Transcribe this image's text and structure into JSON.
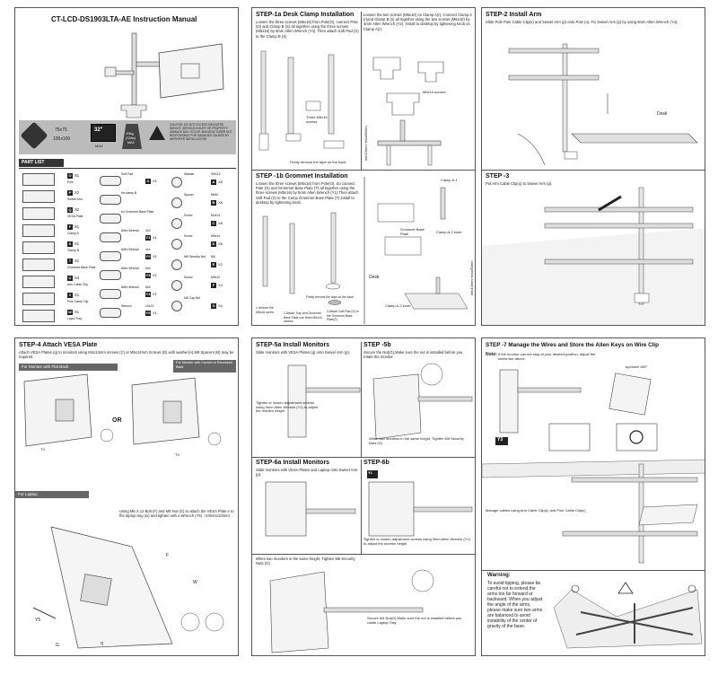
{
  "p1": {
    "title": "CT-LCD-DS1903LTA-AE  Instruction Manual",
    "spec_vesa": "75x75",
    "spec_vesa2": "100x100",
    "spec_size": "32\"",
    "spec_size2": "MAX",
    "spec_weight": "10kg",
    "spec_weight2": "(22lbs)",
    "spec_weight3": "MAX",
    "caution": "CAUTION: DO NOT EXCEED INDICATED WEIGHT. SERIOUS INJURY OR PROPERTY DAMAGE MAY OCCUR. MANUFACTURER NOT RESPONSIBLE FOR DAMAGES CAUSED BY IMPROPER INSTALLATION!",
    "partlist_label": "PART LIST",
    "parts_left": [
      {
        "code": "O",
        "qty": "X1",
        "name": "Pole"
      },
      {
        "code": "P",
        "qty": "X2",
        "name": "Swivel Arm"
      },
      {
        "code": "Q",
        "qty": "X2",
        "name": "VESA Plate"
      },
      {
        "code": "F",
        "qty": "X1",
        "name": "Clamp A"
      },
      {
        "code": "S",
        "qty": "X1",
        "name": "Clamp B"
      },
      {
        "code": "T",
        "qty": "X1",
        "name": "Grommet Base Plate"
      },
      {
        "code": "U",
        "qty": "X4",
        "name": "Arm Cable Clip"
      },
      {
        "code": "V",
        "qty": "X1",
        "name": "Pole Cable Clip"
      },
      {
        "code": "W",
        "qty": "X1",
        "name": "Lapto Tray"
      }
    ],
    "parts_mid": [
      {
        "name": "Soft Pad",
        "code": "X",
        "qty": "X1"
      },
      {
        "name": "for clamp B",
        "code": "",
        "qty": ""
      },
      {
        "name": "for Grommet Base Plate",
        "code": "",
        "qty": ""
      },
      {
        "name": "Allen Wrench",
        "size": "3x3",
        "code": "Y1",
        "qty": "X1"
      },
      {
        "name": "Allen Wrench",
        "size": "4x4",
        "code": "Y2",
        "qty": "X1"
      },
      {
        "name": "Allen Wrench",
        "size": "5x5",
        "code": "Y3",
        "qty": "X1"
      },
      {
        "name": "Allen Wrench",
        "size": "6x6",
        "code": "Y4",
        "qty": "X1"
      },
      {
        "name": "Wrench",
        "size": "10x13",
        "code": "Y5",
        "qty": "X1"
      }
    ],
    "parts_right": [
      {
        "name": "Washer",
        "size": "Φ5X12",
        "code": "A",
        "qty": "X8"
      },
      {
        "name": "Spacer",
        "size": "5MM",
        "code": "B",
        "qty": "X8"
      },
      {
        "name": "Screw",
        "size": "M4x14",
        "code": "C",
        "qty": "X8"
      },
      {
        "name": "Screw",
        "size": "M5x14",
        "code": "D",
        "qty": "X8"
      },
      {
        "name": "M6 Security Nut",
        "size": "M6",
        "code": "E",
        "qty": "X2"
      },
      {
        "name": "Screw",
        "size": "M6x12",
        "code": "F",
        "qty": "X4"
      },
      {
        "name": "M6 Cap Nut",
        "size": "",
        "code": "G",
        "qty": "X4"
      }
    ]
  },
  "p2": {
    "step1a_title": "STEP-1a  Desk Clamp Installation",
    "step1a_text": "Loosen the three screws (M5x16) from Pole(O), connect Pole (O) and Clamp B (S) all together using the three screws (M5x16) by 5mm Allen Wrench (Y3). Then attach Soft Pad (X) to the Clamp B (S)",
    "step1a_text2": "Loosen the two screws (M6x10) on Clamp A(r), Connect Clamp A (r)and Clamp B (s) all together using the two screws (M6x10) by 4mm Allen Wrench (Y2). Install to desktop by tightening knob on Clamp A(r).",
    "step1a_note": "Firstly remove the tape on the back",
    "step1a_screws": "Three M5x16 screws",
    "step1a_m6": "M6x10 screws",
    "step1a_range": "min10mm~max80mm",
    "step1b_title": "STEP -1b Grommet Installation",
    "step1b_text": "Loosen the three screws (M5x16) from Pole(O), So connect Pole (O) and Grommet Base Plate (T) all together using the three screws (M5x16) by 5mm Allen Wrench (Y1).Then attach Soft Pad (X) to the Camp Grommet Base Plate (T) install to desktop by tightening knob.",
    "step1b_c1": "1.remove the M5x16 screw",
    "step1b_c2": "2.Attach Tray and Grommet Base Plate use three M5x16 screws",
    "step1b_c3": "3.Attach Soft Pad (X) to the Grommet Base Plate(T)",
    "step1b_note": "Firstly remove the tape on the back",
    "step1b_clampA1": "Clamp A-1",
    "step1b_clampA2": "Clamp A-2 knob",
    "step1b_grommet": "Grommet Base Plate",
    "step1b_desk": "Desk",
    "step1b_clampA2b": "Clamp A-2 knob",
    "step1b_range": "min10mm~max80mm"
  },
  "p3": {
    "step2_title": "STEP-2  Install Arm",
    "step2_text": "Slide Pole Pole Cable Clip(v) and Swivel Arm (p) onto Pole (o). Fix Swivel Arm (p) by using 6mm Allen Wrench (Y4).",
    "desk_label": "Desk",
    "step3_title": "STEP -3",
    "step3_text": "Put Arm Cable Clip(u) to Swivel Arm (p)."
  },
  "p4": {
    "step4_title": "STEP-4    Attach VESA Plate",
    "step4_text": "Attach VESA Plates (q) to monitors using M4x14mm screws (C) or M5x14mm Screws (D) with washer(A),M6 Spacers (B) may be required.",
    "flat_back": "For Monitor with Flat Back",
    "curved_back": "For Monitor with Curved or Recessed Back",
    "or": "OR",
    "tv1": "TV",
    "tv2": "TV",
    "laptop": "For Laptop",
    "laptop_text": "Using M6 X 12 Bolt (F) and M6 Nut (G) to attach the VESA Plate e to the laptop tray (w) and tighten with a Wrench (Y5)（10mmx10mm）.",
    "lbl_f": "F",
    "lbl_w": "W",
    "lbl_y5": "Y5",
    "lbl_q": "q",
    "lbl_g": "G"
  },
  "p5": {
    "step5a_title": "STEP-5a  Install Monitors",
    "step5a_text": "Slide monitors with VESA Plates (q) onto Swivel Arm (p).",
    "step5a_note": "Tighten or loosen adjustment screws using 3mm Allen Wrench (Y1) to adjust the monitor height",
    "step5b_title": "STEP -5b",
    "step5b_text": "Secure the Nut(G),Make sure the nut is installed before you rotate the monitor",
    "step5b_note": "When two monitors in the same height, Tighten M6 Security Nuts (G)",
    "step6a_title": "STEP-6a  Install Monitors",
    "step6a_text": "Slide monitors with VESA Plates and Laptop onto Swivel Arm (p).",
    "step6b_title": "STEP-6b",
    "step6b_note": "Tighten or loosen adjustment screws using 3mm Allen Wrench (Y1) to adjust the monitor height",
    "step6_bottom": "When two monitors in the same height, Tighten M6 Security Nuts (G)",
    "step6_bottom2": "Secure the Nut(G),Make sure the nut is installed before you rotate Laptop Tray.",
    "y1": "Y1"
  },
  "p6": {
    "step7_title": "STEP -7  Manage the Wires and Store the Allen Keys on Wire Clip",
    "note_label": "Note:",
    "note_text": "If the monitor can not stop at your desired position, adjust the screw like above.",
    "updown": "up/down  ±80°",
    "y3": "Y3",
    "cables": "Manage cables using Arm Cable Clip(u) and Pole Cable Clip(v)",
    "warning_title": "Warning:",
    "warning_text": "To avoid tipping, please be careful not to extend the arms too far forward or backward. When you adjust the angle of the arms, please make sure two arms are balanced to avoid instability of the center of gravity of the base."
  }
}
